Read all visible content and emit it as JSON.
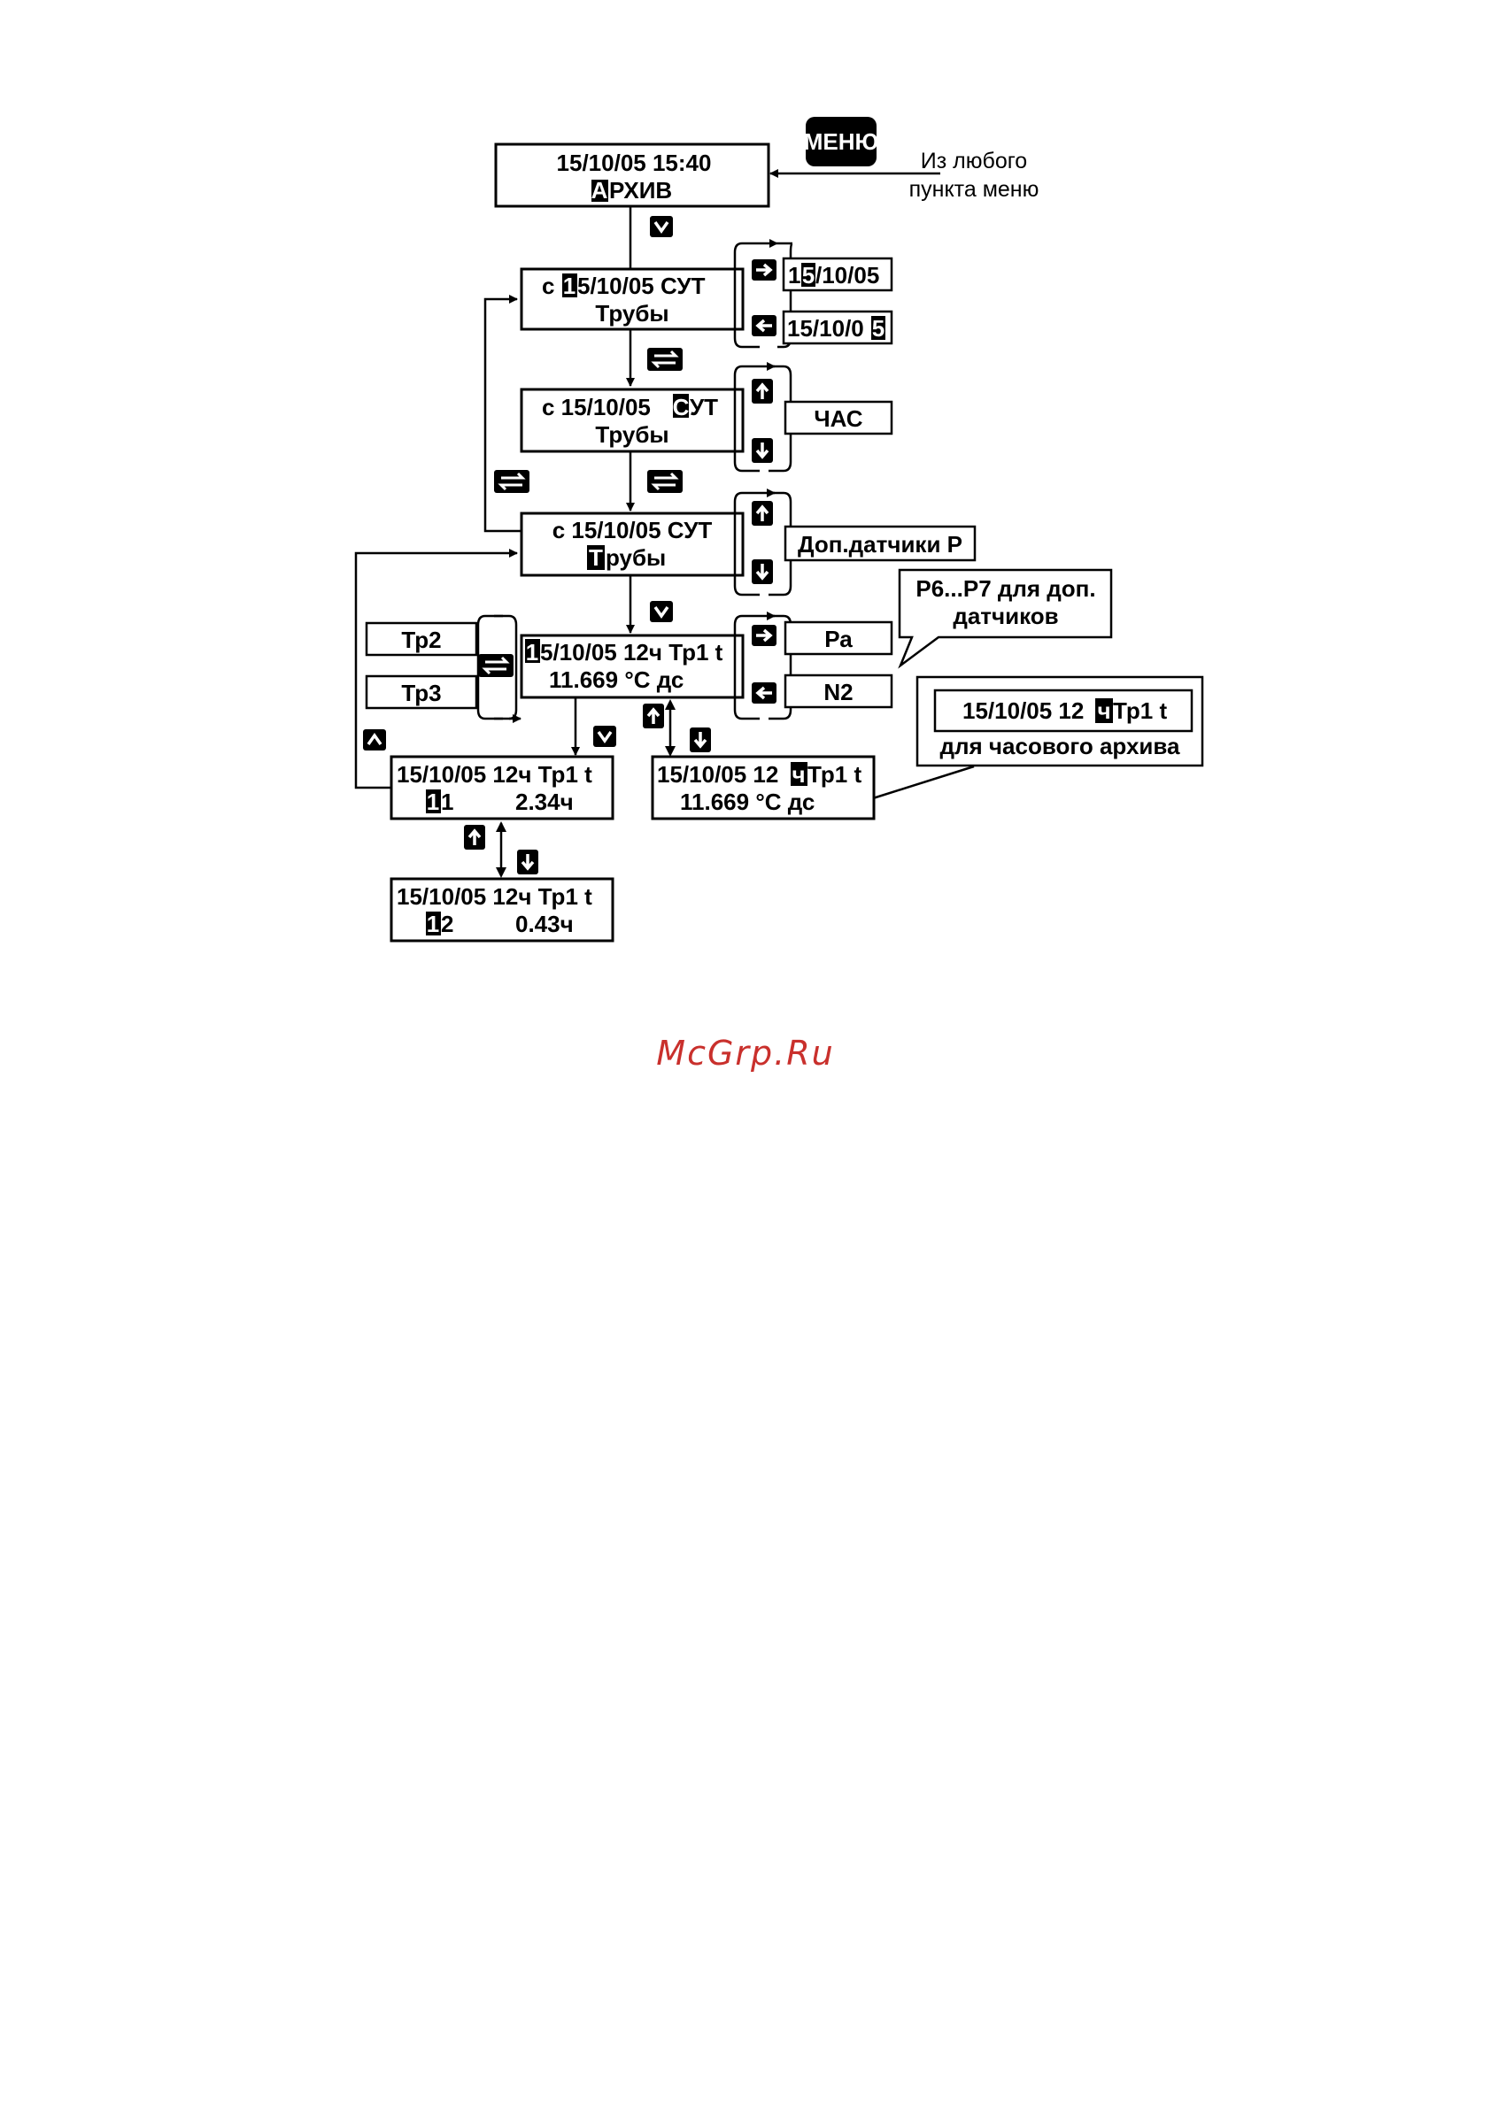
{
  "menu_button": {
    "label": "МЕНЮ"
  },
  "menu_note": {
    "line1": "Из любого",
    "line2": "пункта меню"
  },
  "archive_screen": {
    "row1": "15/10/05  15:40",
    "row2_cursor": "А",
    "row2_rest": "РХИВ"
  },
  "date_screen": {
    "row1_pre": "с ",
    "row1_cursor": "1",
    "row1_rest": "5/10/05  СУТ",
    "row2": "Трубы"
  },
  "date_options": [
    {
      "pre": "1",
      "cursor": "5",
      "post": "/10/05"
    },
    {
      "pre": "15/10/0",
      "cursor": "5",
      "post": ""
    }
  ],
  "type_screen": {
    "row1_pre": "с 15/10/05  ",
    "row1_cursor": "С",
    "row1_rest": "УТ",
    "row2": "Трубы"
  },
  "type_option": "ЧАС",
  "object_screen": {
    "row1": "с 15/10/05  СУТ",
    "row2_cursor": "Т",
    "row2_rest": "рубы"
  },
  "object_option": "Доп.датчики Р",
  "sensors_note": {
    "line1": "Р6...Р7 для доп.",
    "line2": "датчиков"
  },
  "record_screen": {
    "row1_cursor": "1",
    "row1_rest": "5/10/05  12ч Тр1 t",
    "row2": "11.669   °С   дс"
  },
  "pipe_options": [
    "Тр2",
    "Тр3"
  ],
  "param_options": [
    "Ра",
    "N2"
  ],
  "hourly_sample": {
    "row1_pre": "15/10/05  12",
    "row1_cursor": "ч",
    "row1_post": " Тр1 t",
    "row2": "для часового архива"
  },
  "hourly_screen": {
    "row1_pre": "15/10/05  12",
    "row1_cursor": "ч",
    "row1_post": " Тр1 t",
    "row2": "11.669   °С   дс"
  },
  "detail_screen_1": {
    "row1": "15/10/05  12ч Тр1 t",
    "row2_cursor": "1",
    "row2_code": "1",
    "row2_value": "2.34ч"
  },
  "detail_screen_2": {
    "row1": "15/10/05  12ч Тр1 t",
    "row2_cursor": "1",
    "row2_code": "2",
    "row2_value": "0.43ч"
  },
  "watermark": "McGrp.Ru"
}
